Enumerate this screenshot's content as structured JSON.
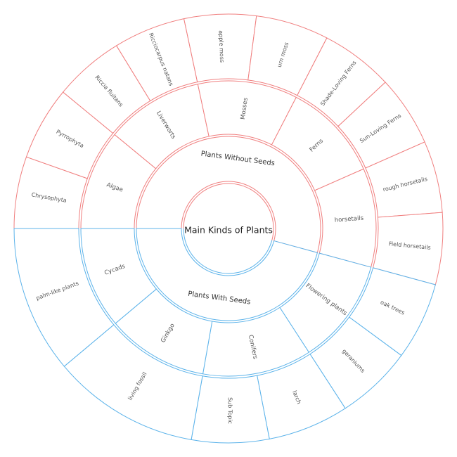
{
  "colors": {
    "without_seeds": "#f07f7f",
    "with_seeds": "#5cb3ea"
  },
  "root": {
    "label": "Main Kinds of Plants"
  },
  "groups": [
    {
      "label": "Plants Without Seeds",
      "children": [
        {
          "label": "Algae",
          "children": [
            "Chrysophyta",
            "Pyrrophyta"
          ]
        },
        {
          "label": "Liverworts",
          "children": [
            "Riccia fluitans",
            "Ricciocarpus natans"
          ]
        },
        {
          "label": "Mosses",
          "children": [
            "apple moss",
            "urn moss"
          ]
        },
        {
          "label": "Ferns",
          "children": [
            "Shade-Loving Ferns",
            "Sun-Loving Ferns"
          ]
        },
        {
          "label": "horsetails",
          "children": [
            "rough horsetails",
            "Field horsetails"
          ]
        }
      ]
    },
    {
      "label": "Plants With Seeds",
      "children": [
        {
          "label": "Flowering plants",
          "children": [
            "oak trees",
            "geraniums"
          ]
        },
        {
          "label": "Conifers",
          "children": [
            "larch",
            "Sub Topic"
          ]
        },
        {
          "label": "Ginkgo",
          "children": [
            "living fossil"
          ]
        },
        {
          "label": "Cycads",
          "children": [
            "palm-like plants"
          ]
        }
      ]
    }
  ]
}
